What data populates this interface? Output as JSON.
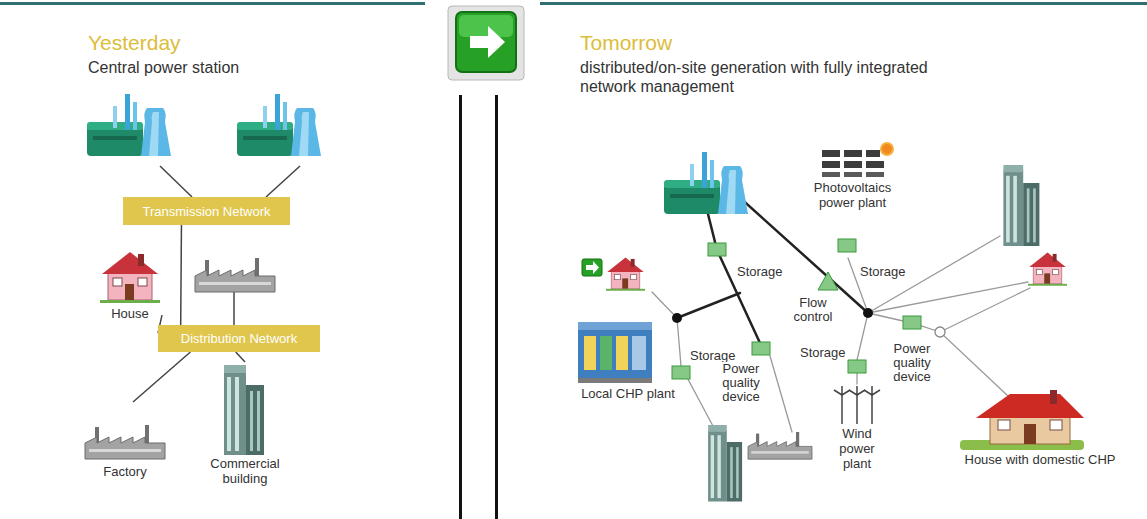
{
  "diagram": {
    "nodes": [
      {
        "text": [
          "Yesterday",
          "Central power station"
        ]
      },
      {
        "text": [
          "Transmission Network"
        ],
        "in": 0
      },
      {
        "text": [
          "House"
        ],
        "in": 0
      },
      {
        "text": [
          "Distribution Network"
        ],
        "in": 0
      },
      {
        "text": [
          "Factory"
        ],
        "in": 0
      },
      {
        "text": [
          "Commercial building"
        ],
        "in": 0
      },
      {
        "text": [
          "Tomorrow",
          "distributed/on-site generation with fully integrated network management"
        ]
      },
      {
        "text": [
          "Photovoltaics power plant"
        ],
        "in": 6
      },
      {
        "text": [
          "Local CHP plant"
        ],
        "in": 6
      },
      {
        "text": [
          "Wind power plant"
        ],
        "in": 6
      },
      {
        "text": [
          "House with domestic CHP"
        ],
        "in": 6
      }
    ],
    "edges": [
      {
        "from": 1,
        "to": 3,
        "arrow": "none"
      },
      {
        "from": 2,
        "to": 3,
        "arrow": "none"
      },
      {
        "from": 3,
        "to": 4,
        "arrow": "none"
      },
      {
        "from": 3,
        "to": 5,
        "arrow": "none"
      }
    ],
    "labels": [
      "Storage",
      "Storage",
      "Flow control",
      "Storage",
      "Storage",
      "Power quality device",
      "Power quality device"
    ]
  }
}
